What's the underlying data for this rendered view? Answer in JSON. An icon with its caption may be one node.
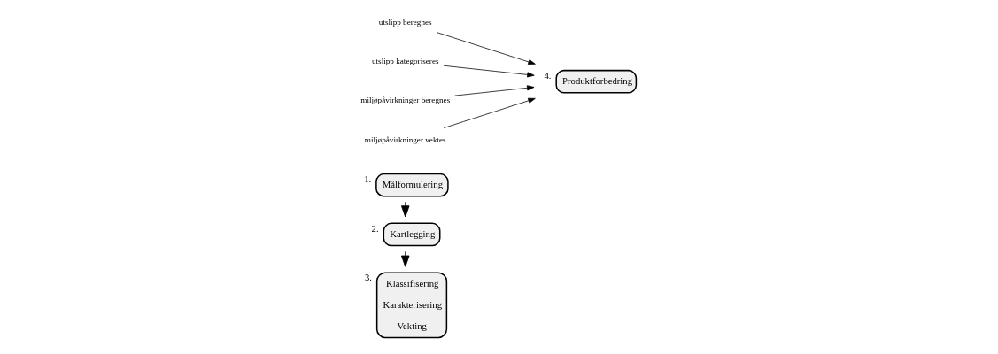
{
  "diagram": {
    "nodes": [
      {
        "text": [
          "Målformulering"
        ],
        "beside": [
          "1."
        ]
      },
      {
        "text": [
          "Kartlegging"
        ],
        "beside": [
          "2."
        ]
      },
      {
        "text": [
          "Klassifisering",
          "Karakterisering",
          "Vekting"
        ],
        "beside": [
          "3."
        ]
      },
      {
        "text": [
          "Produktforbedring"
        ],
        "beside": [
          "4."
        ]
      },
      {
        "text": [
          "utslipp beregnes"
        ]
      },
      {
        "text": [
          "utslipp kategoriseres"
        ]
      },
      {
        "text": [
          "miljøpåvirkninger beregnes"
        ]
      },
      {
        "text": [
          "miljøpåvirkninger vektes"
        ]
      }
    ],
    "edges": [
      {
        "from": 0,
        "to": 1,
        "arrow": "to"
      },
      {
        "from": 1,
        "to": 2,
        "arrow": "to"
      },
      {
        "from": 4,
        "to": 3,
        "arrow": "to"
      },
      {
        "from": 5,
        "to": 3,
        "arrow": "to"
      },
      {
        "from": 6,
        "to": 3,
        "arrow": "to"
      },
      {
        "from": 7,
        "to": 3,
        "arrow": "to"
      }
    ]
  }
}
